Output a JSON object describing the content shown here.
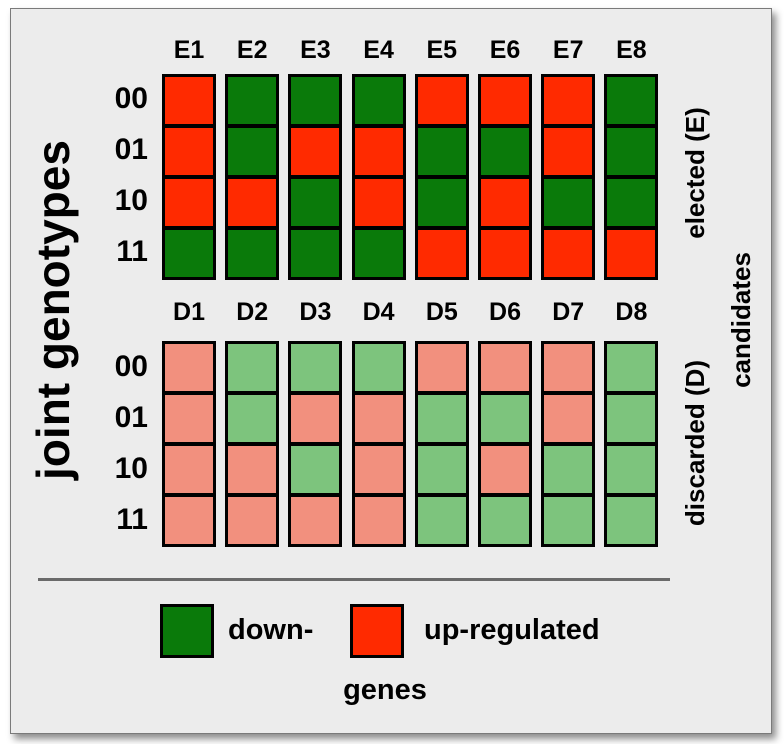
{
  "colors": {
    "down_elected": "#0a7a0a",
    "up_elected": "#ff2a00",
    "down_discarded": "#7dc47d",
    "up_discarded": "#f2907e"
  },
  "axis_labels": {
    "rows": "joint genotypes",
    "elected": "elected (E)",
    "discarded": "discarded (D)",
    "candidates": "candidates"
  },
  "row_labels": [
    "00",
    "01",
    "10",
    "11"
  ],
  "elected": {
    "columns": [
      "E1",
      "E2",
      "E3",
      "E4",
      "E5",
      "E6",
      "E7",
      "E8"
    ],
    "matrix": [
      [
        "up",
        "up",
        "up",
        "down"
      ],
      [
        "down",
        "down",
        "up",
        "down"
      ],
      [
        "down",
        "up",
        "down",
        "down"
      ],
      [
        "down",
        "up",
        "up",
        "down"
      ],
      [
        "up",
        "down",
        "down",
        "up"
      ],
      [
        "up",
        "down",
        "up",
        "up"
      ],
      [
        "up",
        "up",
        "down",
        "up"
      ],
      [
        "down",
        "down",
        "down",
        "up"
      ]
    ]
  },
  "discarded": {
    "columns": [
      "D1",
      "D2",
      "D3",
      "D4",
      "D5",
      "D6",
      "D7",
      "D8"
    ],
    "matrix": [
      [
        "up",
        "up",
        "up",
        "up"
      ],
      [
        "down",
        "down",
        "up",
        "up"
      ],
      [
        "down",
        "up",
        "down",
        "up"
      ],
      [
        "down",
        "up",
        "up",
        "up"
      ],
      [
        "up",
        "down",
        "down",
        "down"
      ],
      [
        "up",
        "down",
        "up",
        "down"
      ],
      [
        "up",
        "up",
        "down",
        "down"
      ],
      [
        "down",
        "down",
        "down",
        "down"
      ]
    ]
  },
  "legend": {
    "down_label": "down-",
    "up_label": "up-regulated",
    "caption": "genes"
  }
}
